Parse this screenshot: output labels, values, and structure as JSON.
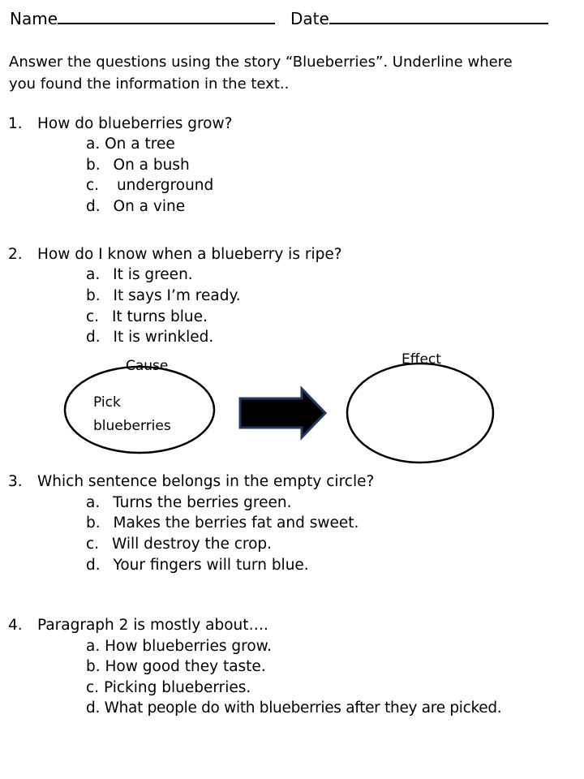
{
  "header": {
    "name_label": "Name",
    "date_label": "Date"
  },
  "instructions": {
    "line1": "Answer the questions using the story “Blueberries”.  Underline where",
    "line2": "you found the information in the text.."
  },
  "questions": [
    {
      "number": "1.",
      "text": "How do blueberries grow?",
      "options": [
        {
          "letter": "a.",
          "text": "On a tree"
        },
        {
          "letter": "b.",
          "text": "On a bush"
        },
        {
          "letter": "c.",
          "text": "underground"
        },
        {
          "letter": "d.",
          "text": "On a vine"
        }
      ]
    },
    {
      "number": "2.",
      "text": "How do I know when a blueberry is ripe?",
      "options": [
        {
          "letter": "a.",
          "text": "It is green."
        },
        {
          "letter": "b.",
          "text": "It says I’m ready."
        },
        {
          "letter": "c.",
          "text": "It turns blue."
        },
        {
          "letter": "d.",
          "text": "It is wrinkled."
        }
      ]
    },
    {
      "number": "3.",
      "text": "Which sentence belongs in the empty circle?",
      "options": [
        {
          "letter": "a.",
          "text": "Turns the berries green."
        },
        {
          "letter": "b.",
          "text": "Makes the berries fat and sweet."
        },
        {
          "letter": "c.",
          "text": "Will destroy the crop."
        },
        {
          "letter": "d.",
          "text": "Your fingers will turn blue."
        }
      ]
    },
    {
      "number": "4.",
      "text": "Paragraph 2 is mostly about….",
      "options": [
        {
          "letter": "a.",
          "text": "How blueberries grow."
        },
        {
          "letter": "b.",
          "text": "How good they taste."
        },
        {
          "letter": "c.",
          "text": "Picking blueberries."
        },
        {
          "letter": "d.",
          "text": "What people do with blueberries after they are picked."
        }
      ]
    }
  ],
  "cause_effect": {
    "cause_label": "Cause",
    "effect_label": "Effect",
    "cause_text_line1": "Pick",
    "cause_text_line2": "blueberries",
    "arrow_fill": "#000000",
    "arrow_stroke": "#1f3a63"
  }
}
